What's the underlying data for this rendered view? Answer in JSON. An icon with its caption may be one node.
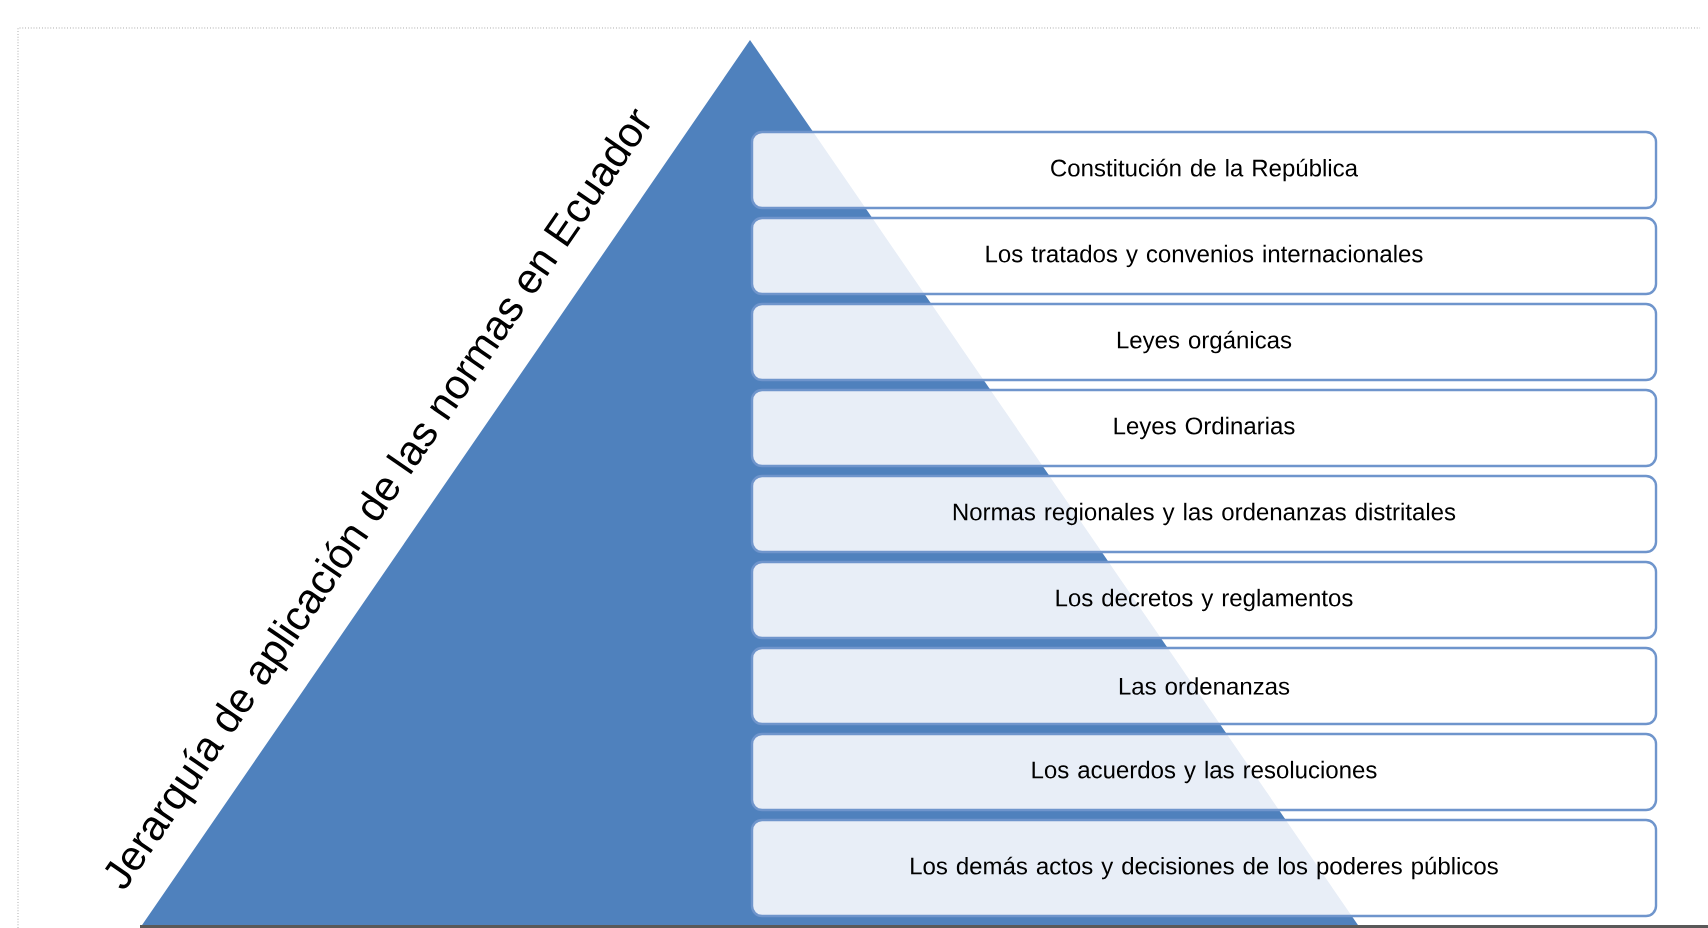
{
  "diagram": {
    "title": "Jerarquía de aplicación de las normas en Ecuador",
    "nodes": [
      {
        "text": [
          "Constitución de la República"
        ]
      },
      {
        "text": [
          "Los tratados y convenios internacionales"
        ]
      },
      {
        "text": [
          "Leyes orgánicas"
        ]
      },
      {
        "text": [
          "Leyes Ordinarias"
        ]
      },
      {
        "text": [
          "Normas regionales y las ordenanzas distritales"
        ]
      },
      {
        "text": [
          "Los decretos y reglamentos"
        ]
      },
      {
        "text": [
          "Las ordenanzas"
        ]
      },
      {
        "text": [
          "Los acuerdos y las resoluciones"
        ]
      },
      {
        "text": [
          "Los demás actos y decisiones de los poderes públicos"
        ]
      }
    ],
    "edges": []
  }
}
